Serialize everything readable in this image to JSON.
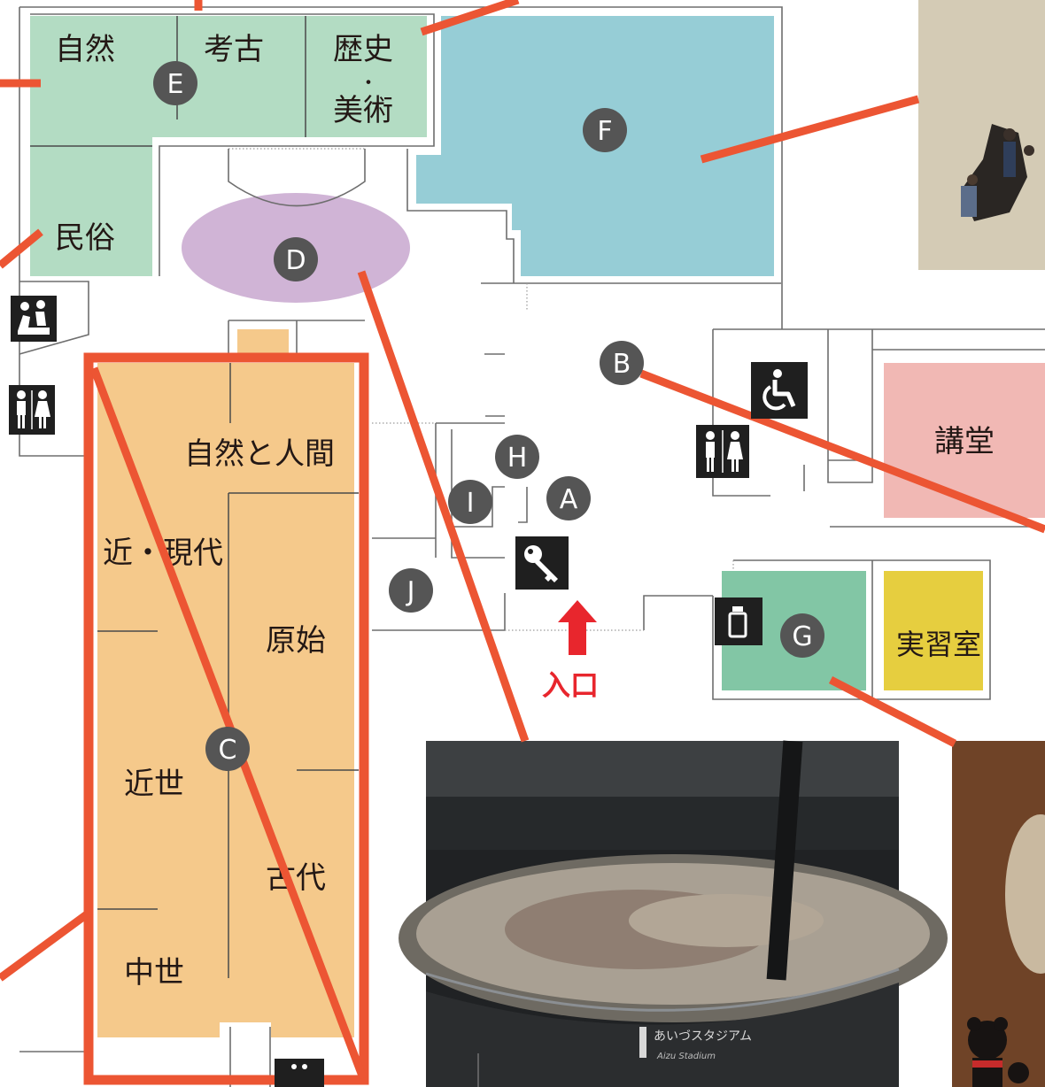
{
  "rooms": {
    "shizen": "自然",
    "kouko": "考古",
    "rekishi": "歴史",
    "dot": "・",
    "bijutsu": "美術",
    "minzoku": "民俗",
    "shizen_to_ningen": "自然と人間",
    "kin_gendai": "近・現代",
    "genshi": "原始",
    "kinsei": "近世",
    "kodai": "古代",
    "chusei": "中世",
    "koudou": "講堂",
    "jisshushitsu": "実習室"
  },
  "markers": [
    "A",
    "B",
    "C",
    "D",
    "E",
    "F",
    "G",
    "H",
    "I",
    "J"
  ],
  "entrance": {
    "label": "入口"
  },
  "photos": {
    "diorama_caption": "あいづスタジアム",
    "diorama_subcaption": "Aizu Stadium"
  },
  "colors": {
    "green_exhibit": "#b3dcc3",
    "orange_exhibit": "#f5c98b",
    "blue_hall": "#96cdd6",
    "purple_area": "#d0b4d6",
    "pink_hall": "#f1b8b4",
    "teal_room": "#82c6a5",
    "yellow_room": "#e6ce3f",
    "leader_line": "#ec5533",
    "entrance_red": "#e8262d",
    "marker_grey": "#555555"
  },
  "icons": [
    "nursing-room-icon",
    "restroom-icon",
    "wheelchair-icon",
    "locker-key-icon",
    "drinking-water-icon",
    "elevator-icon"
  ]
}
